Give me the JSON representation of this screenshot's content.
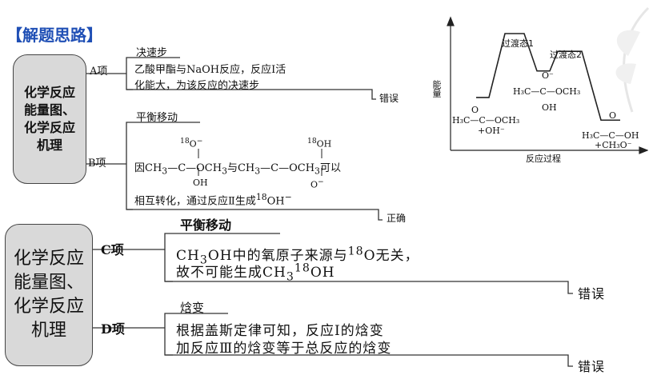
{
  "heading": "【解题思路】",
  "topics": {
    "top": "化学反应能量图、化学反应机理",
    "bottom": "化学反应能量图、化学反应机理"
  },
  "items": [
    {
      "label": "A项",
      "tag": "决速步",
      "line1": "乙酸甲酯与NaOH反应，反应Ⅰ活",
      "line2": "化能大，为该反应的决速步",
      "verdict": "错误"
    },
    {
      "label": "B项",
      "tag": "平衡移动",
      "line1_a": "因CH",
      "line1_b": "3",
      "line1_c": "—C—OCH",
      "line1_d": "3",
      "line1_e": "与CH",
      "line1_f": "3",
      "line1_g": "—C—OCH",
      "line1_h": "3",
      "line1_i": "可以",
      "top_a": "18",
      "top_b": "O",
      "top_c": "−",
      "top_d": "18",
      "top_e": "OH",
      "bot_a": "OH",
      "bot_b": "O",
      "sup_b": "−",
      "line2_a": "相互转化，通过反应Ⅱ生成",
      "line2_b": "18",
      "line2_c": "OH",
      "line2_d": "−",
      "verdict": "正确"
    },
    {
      "label": "C项",
      "tag": "平衡移动",
      "line1_a": "CH",
      "line1_b": "3",
      "line1_c": "OH中的氧原子来源与",
      "line1_d": "18",
      "line1_e": "O无关，",
      "line2_a": "故不可能生成CH",
      "line2_b": "3",
      "line2_c": "18",
      "line2_d": "OH",
      "verdict": "错误"
    },
    {
      "label": "D项",
      "tag": "焓变",
      "line1": "根据盖斯定律可知，反应Ⅰ的焓变",
      "line2": "加反应Ⅲ的焓变等于总反应的焓变",
      "verdict": "错误"
    }
  ],
  "energy_diagram": {
    "ylabel": "能量",
    "xlabel": "反应过程",
    "ts1": "过渡态1",
    "ts2": "过渡态2",
    "reactant_a": "H₃C—C—OCH₃",
    "reactant_o": "O",
    "reactant_b": "+OH⁻",
    "intermediate_a": "H₃C—C—OCH₃",
    "intermediate_top": "O⁻",
    "intermediate_bot": "OH",
    "product_a": "H₃C—C—OH",
    "product_o": "O",
    "product_b": "+CH₃O⁻",
    "profile_levels": [
      0.35,
      1.0,
      0.62,
      0.82,
      0.12
    ]
  }
}
